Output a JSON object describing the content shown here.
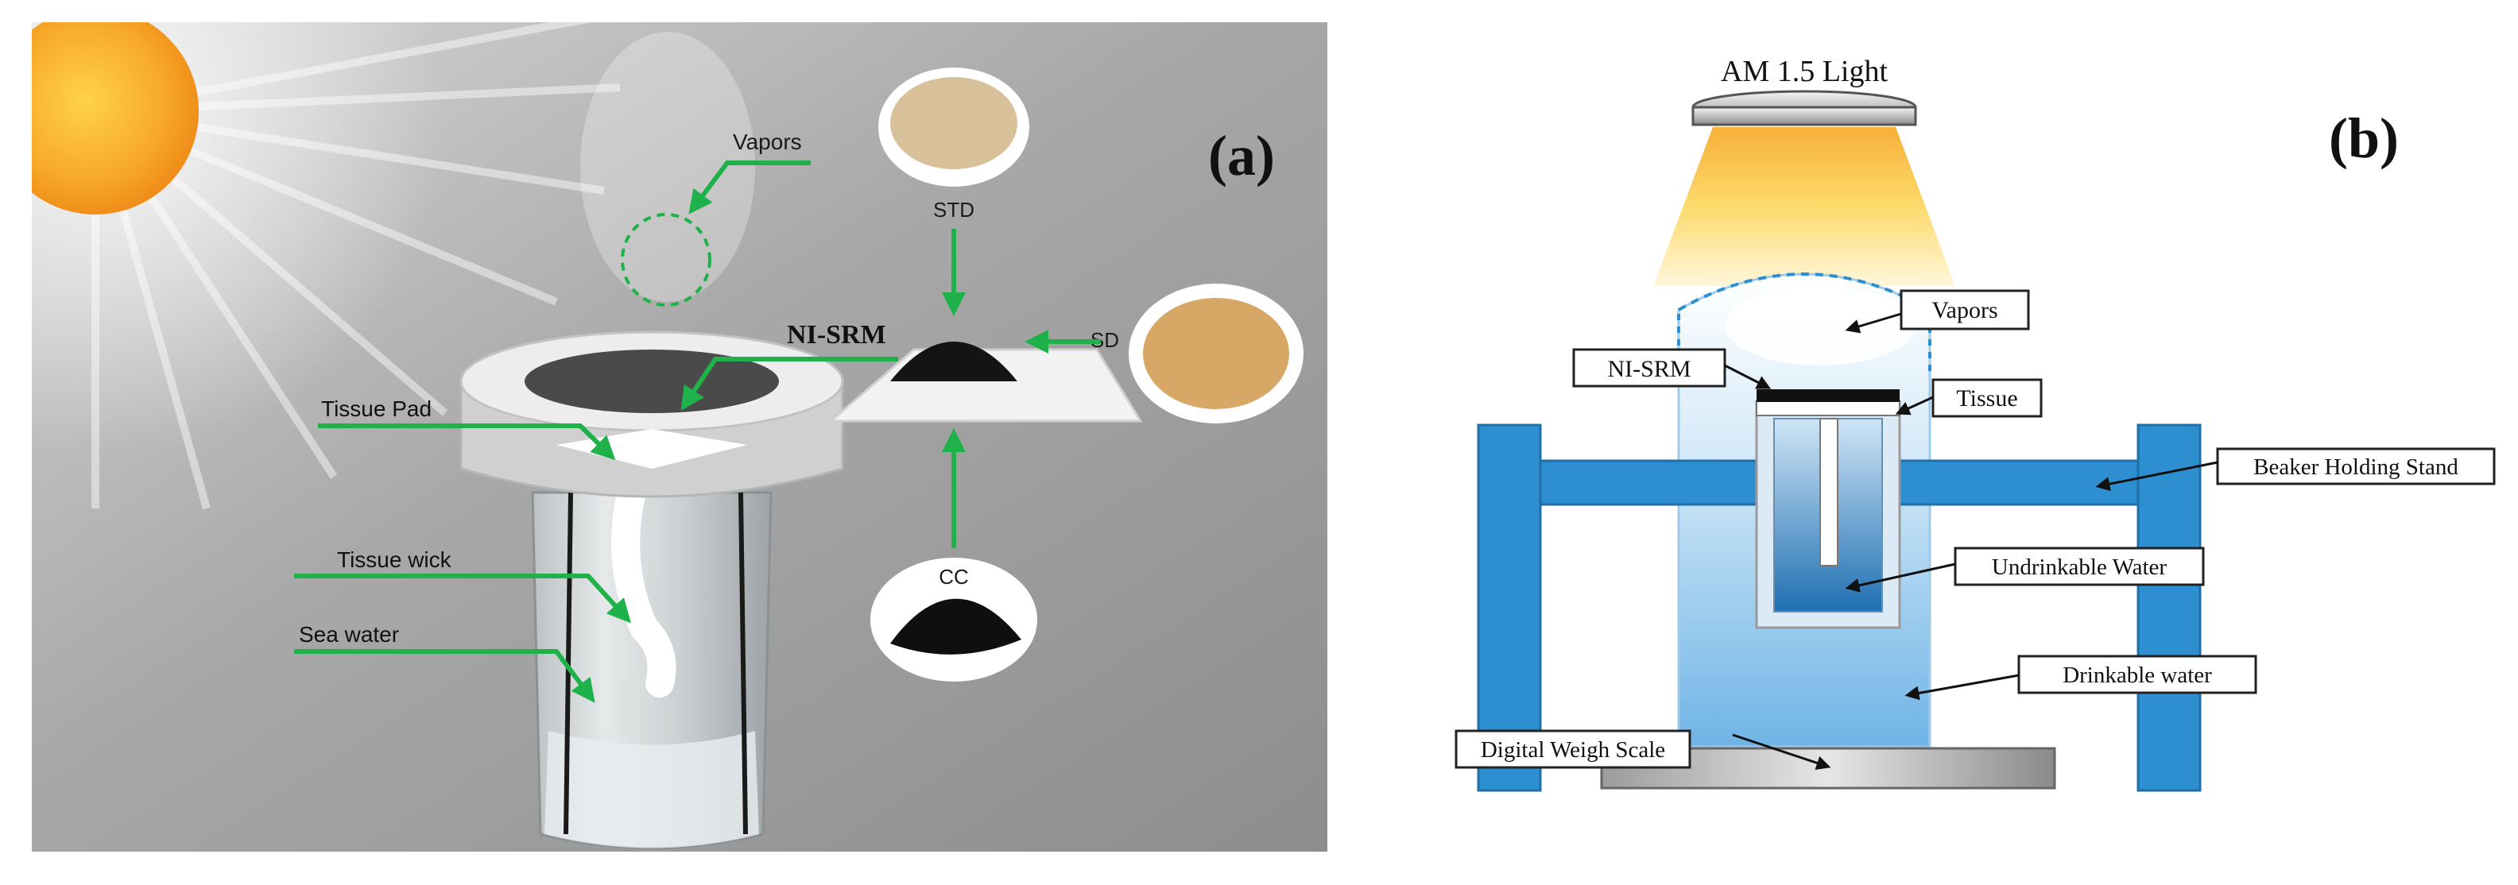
{
  "panel_a": {
    "tag": "(a)",
    "labels": {
      "vapors": "Vapors",
      "std": "STD",
      "ni_srm": "NI-SRM",
      "sd": "SD",
      "cc": "CC",
      "tissue_pad": "Tissue Pad",
      "tissue_wick": "Tissue wick",
      "sea_water": "Sea water"
    },
    "colors": {
      "arrow": "#1fb24a",
      "background": "#9c9c9c",
      "sun": "#f7b733"
    }
  },
  "panel_b": {
    "tag": "(b)",
    "labels": {
      "light": "AM 1.5 Light",
      "vapors": "Vapors",
      "ni_srm": "NI-SRM",
      "tissue": "Tissue",
      "stand": "Beaker Holding Stand",
      "undrinkable": "Undrinkable Water",
      "drinkable": "Drinkable water",
      "scale": "Digital Weigh Scale"
    },
    "colors": {
      "stand": "#2e8fd0",
      "water": "#7fbde8",
      "deep_water": "#2a78b8",
      "light": "#fbd24a"
    }
  }
}
